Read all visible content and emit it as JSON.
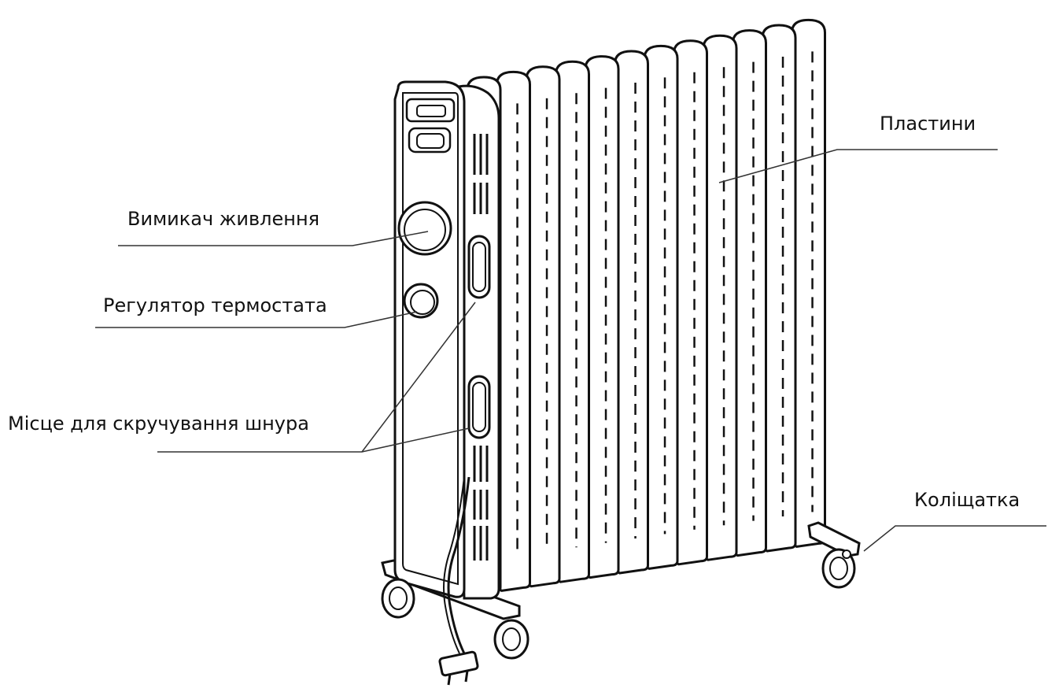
{
  "diagram": {
    "labels": {
      "plates": "Пластини",
      "power_switch": "Вимикач живлення",
      "thermostat": "Регулятор термостата",
      "cord_storage": "Місце для скручування шнура",
      "wheels": "Коліщатка"
    },
    "colors": {
      "line": "#111111",
      "background": "#ffffff"
    }
  }
}
